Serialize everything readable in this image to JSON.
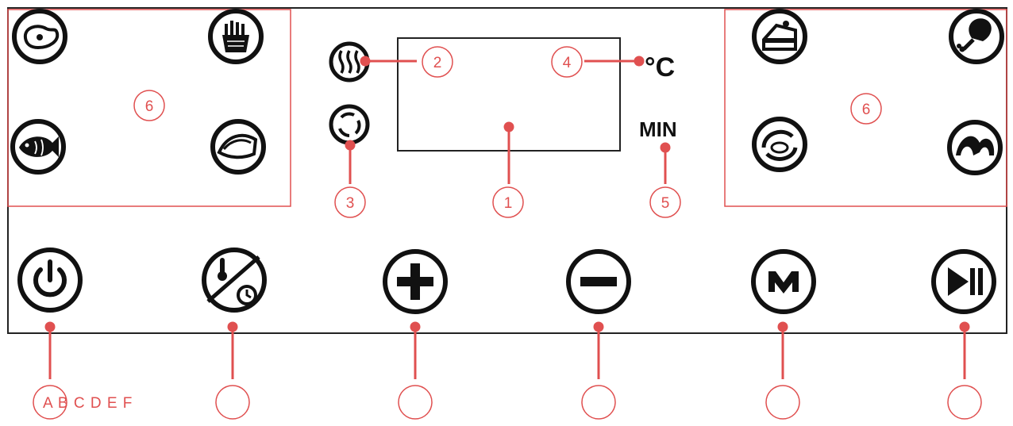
{
  "callouts": {
    "display": "1",
    "heating": "2",
    "fan": "3",
    "temperature_unit": "4",
    "time_unit": "5",
    "presets_left": "6",
    "presets_right": "6",
    "button_letters": "A B C D E F"
  },
  "indicators": {
    "temperature_symbol": "°C",
    "time_symbol": "MIN"
  },
  "icons": {
    "preset_icons": [
      "steak-icon",
      "fries-icon",
      "fish-icon",
      "bacon-icon",
      "cake-icon",
      "drumstick-icon",
      "shrimp-icon",
      "vegetable-icon"
    ],
    "heating_icon": "heat-waves-icon",
    "fan_icon": "fan-circle-icon",
    "buttons": [
      "power-icon",
      "temp-time-icon",
      "plus-icon",
      "minus-icon",
      "menu-m-icon",
      "play-pause-icon"
    ]
  },
  "colors": {
    "callout": "#e05050",
    "panel_outline": "#111111",
    "icon": "#111111"
  }
}
